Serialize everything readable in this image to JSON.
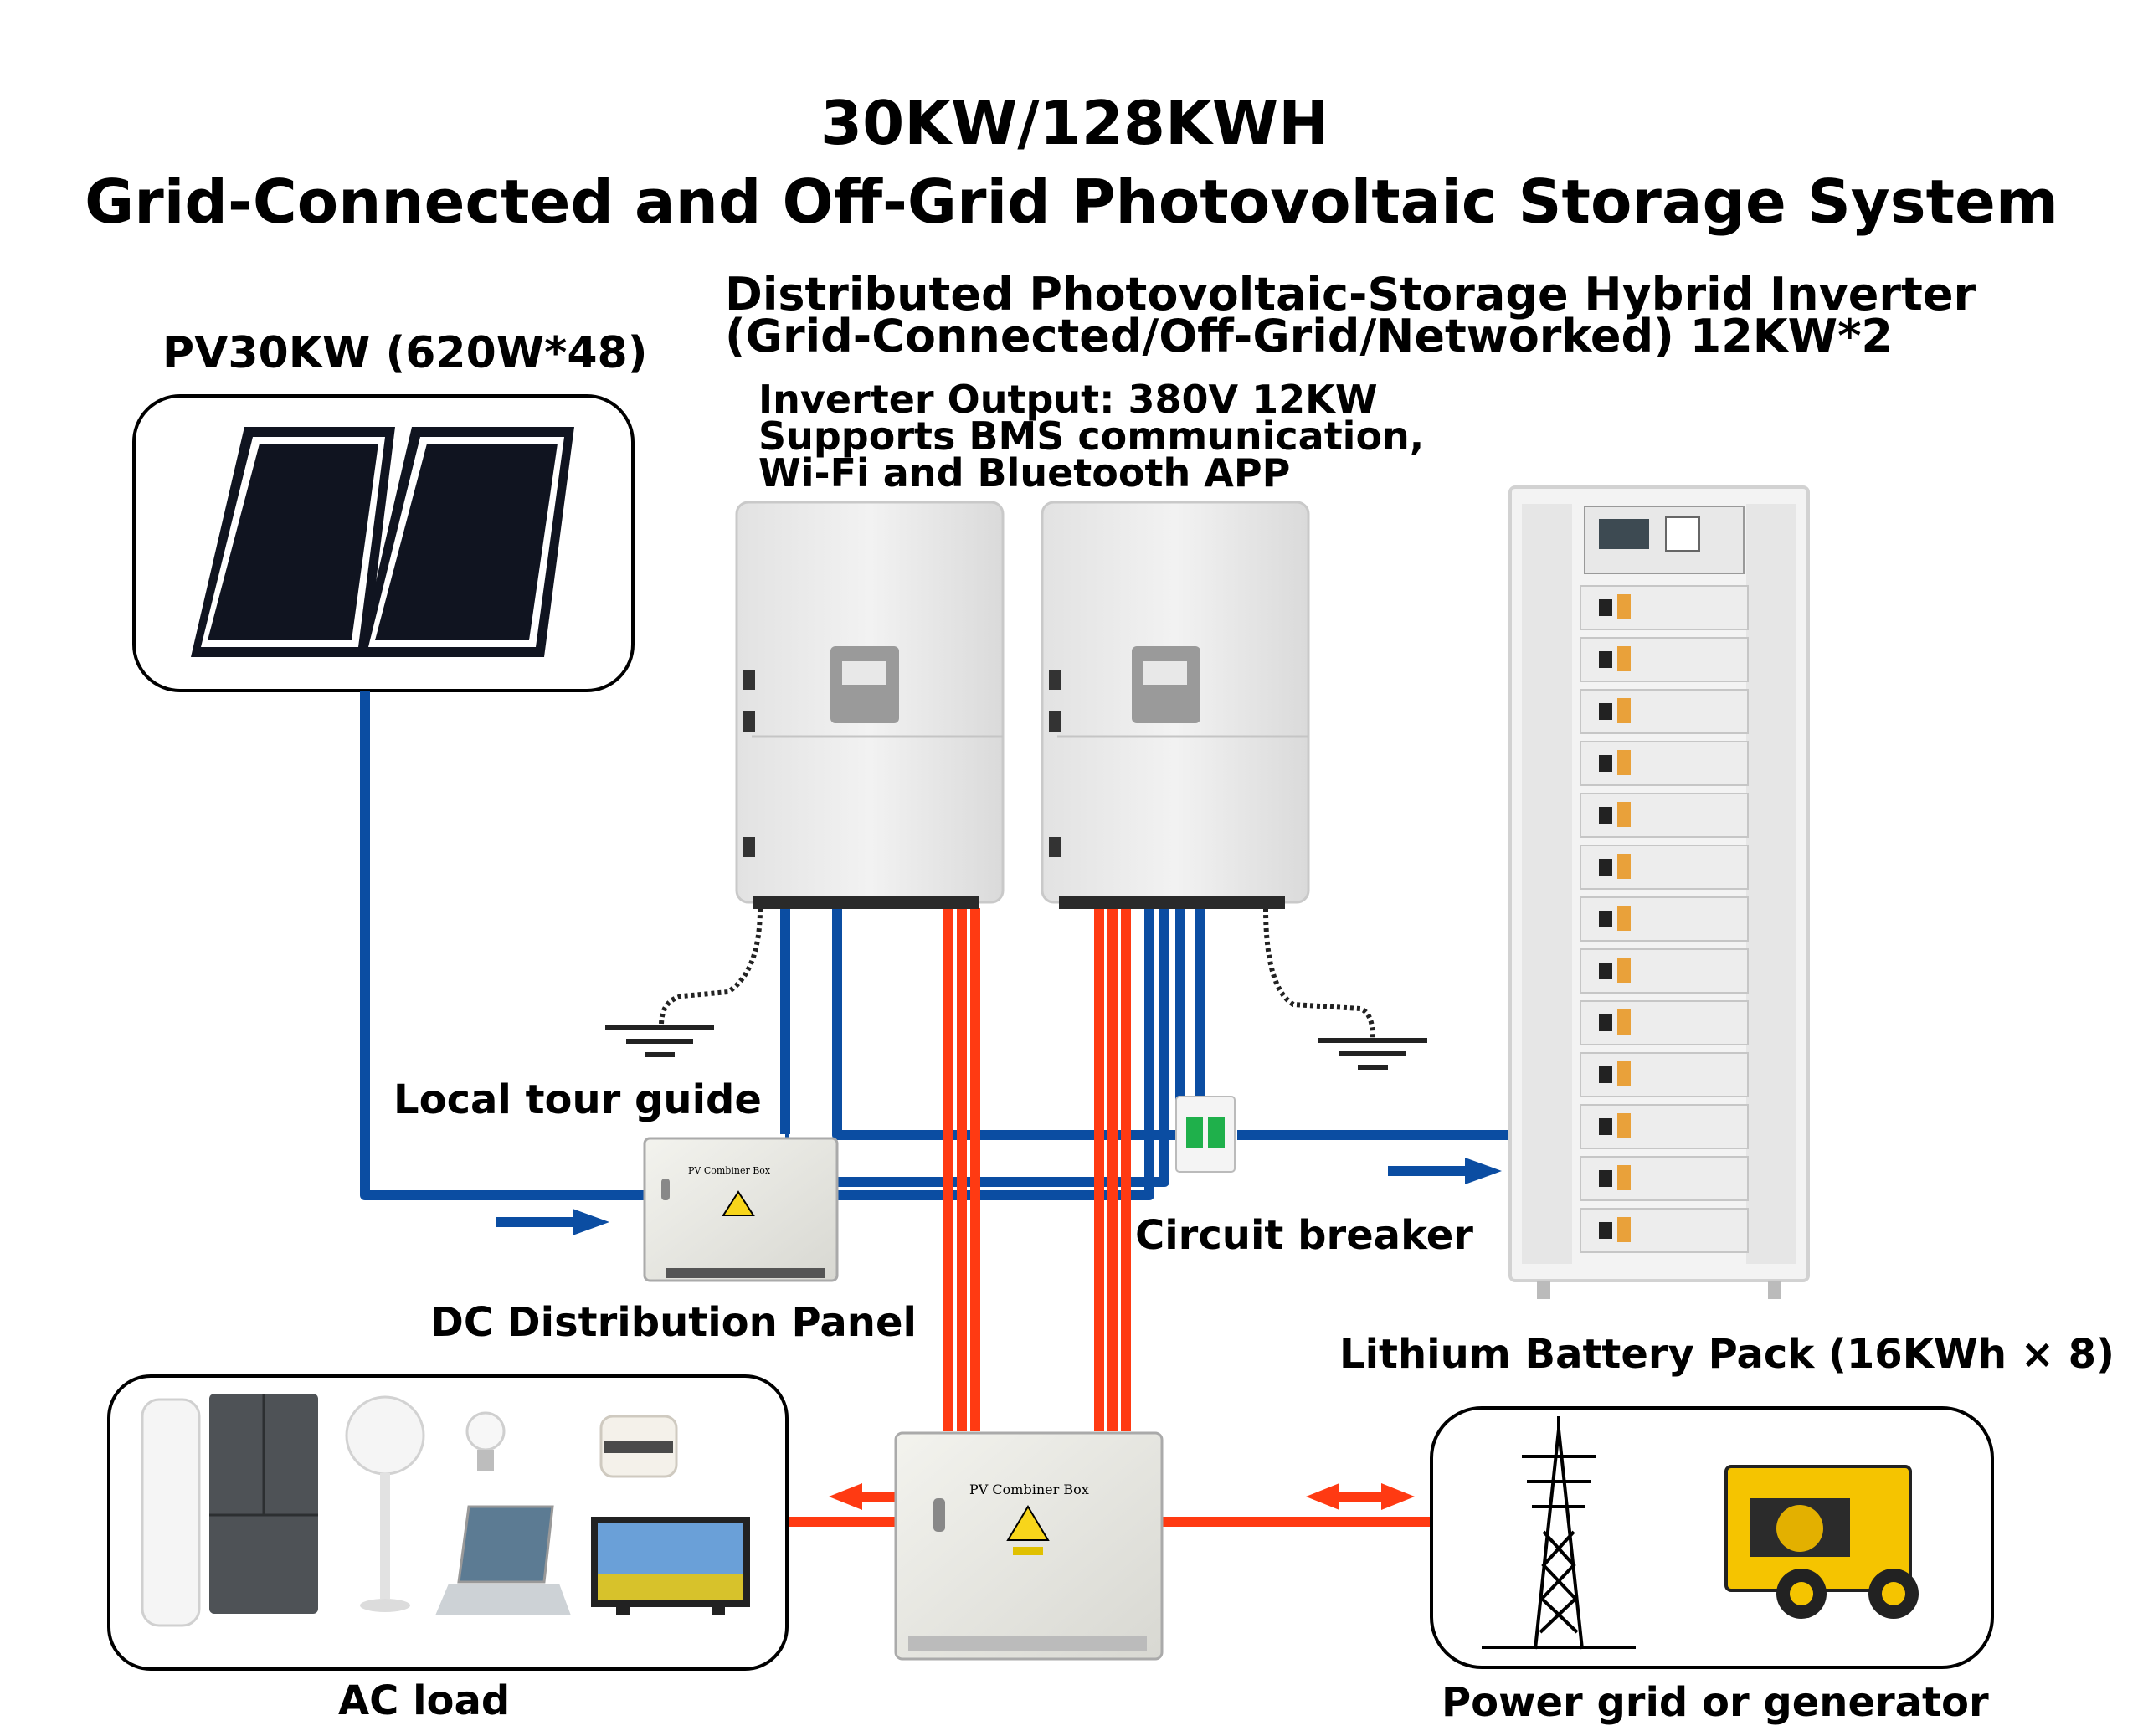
{
  "title": {
    "line1": "30KW/128KWH",
    "line2": "Grid-Connected and Off-Grid Photovoltaic Storage System"
  },
  "inverter": {
    "heading1": "Distributed Photovoltaic-Storage Hybrid Inverter",
    "heading2": "(Grid-Connected/Off-Grid/Networked) 12KW*2",
    "spec1": "Inverter Output: 380V 12KW",
    "spec2": "Supports BMS communication,",
    "spec3": "Wi-Fi and Bluetooth APP"
  },
  "labels": {
    "pv": "PV30KW (620W*48)",
    "local_guide": "Local tour guide",
    "circuit_breaker": "Circuit breaker",
    "dc_panel": "DC Distribution Panel",
    "battery": "Lithium Battery Pack (16KWh × 8)",
    "ac_load": "AC load",
    "grid": "Power grid or generator",
    "combiner_box_plate": "PV Combiner Box"
  },
  "colors": {
    "dc_wire": "#0b4da2",
    "ac_wire": "#ff3a12",
    "ground_wire": "#222222",
    "device_body": "#eeeeee",
    "battery_handle": "#e9a13a",
    "solar_cell": "#1b2340",
    "generator_yellow": "#f5c400"
  }
}
